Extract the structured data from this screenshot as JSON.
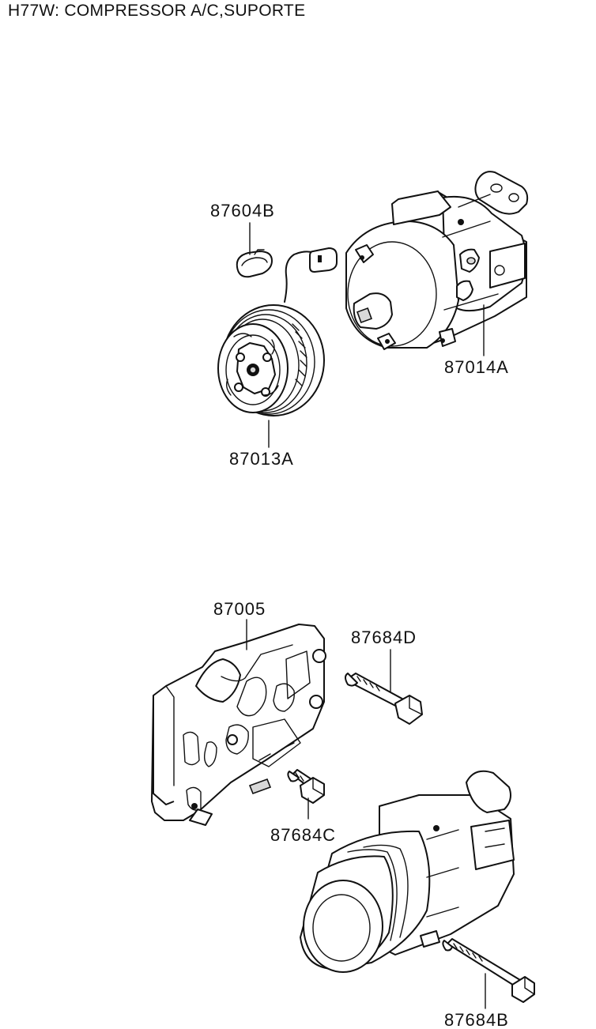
{
  "title": "H77W: COMPRESSOR A/C,SUPORTE",
  "parts": {
    "clip": "87604B",
    "compressor": "87014A",
    "clutch": "87013A",
    "bracket": "87005",
    "bolt_d": "87684D",
    "bolt_c": "87684C",
    "bolt_b": "87684B"
  }
}
